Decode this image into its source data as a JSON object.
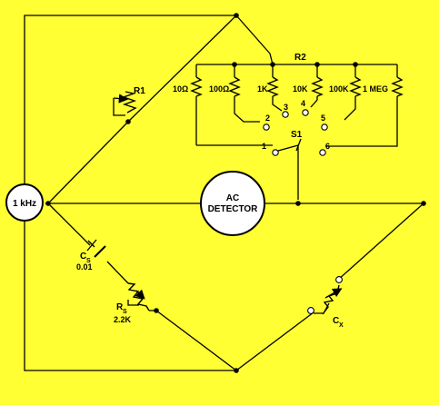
{
  "labels": {
    "source": "1 kHz",
    "detector_line1": "AC",
    "detector_line2": "DETECTOR",
    "r1": "R1",
    "r2": "R2",
    "r2_values": [
      "10Ω",
      "100Ω",
      "1K",
      "10K",
      "100K",
      "1 MEG"
    ],
    "switch_positions": [
      "1",
      "2",
      "3",
      "4",
      "5",
      "6"
    ],
    "s1": "S1",
    "cs": "C",
    "cs_sub": "S",
    "cs_value": "0.01",
    "rs": "R",
    "rs_sub": "S",
    "rs_value": "2.2K",
    "cx": "C",
    "cx_sub": "X"
  },
  "colors": {
    "background": "#ffff33",
    "component_fill": "#ffffff",
    "wire": "#000000"
  }
}
